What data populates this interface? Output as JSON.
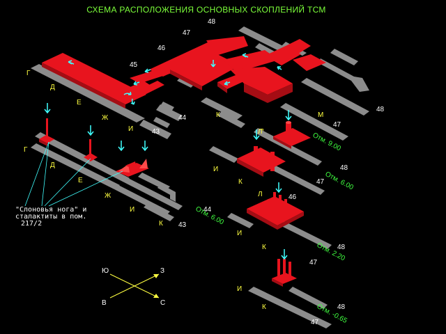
{
  "title": "СХЕМА РАСПОЛОЖЕНИЯ ОСНОВНЫХ СКОПЛЕНИЙ ТСМ",
  "upper_axes": [
    "Г",
    "Д",
    "Е",
    "Ж",
    "И",
    "К",
    "Л",
    "М"
  ],
  "upper_numbers": [
    "48",
    "47",
    "46",
    "45",
    "44",
    "43",
    "47",
    "48"
  ],
  "lower_left_axes": [
    "Г",
    "Д",
    "Е",
    "Ж",
    "И",
    "К"
  ],
  "lower_left_numbers": [
    "44",
    "43"
  ],
  "level_labels": [
    "Отм. 9.00",
    "Отм. 6.00",
    "Отм. 6.00",
    "Отм. 2.20",
    "Отм. -0.65"
  ],
  "right_axes": [
    "Л",
    "И",
    "К",
    "Л",
    "И",
    "К",
    "И",
    "К"
  ],
  "right_numbers": [
    "48",
    "47",
    "46",
    "48",
    "47",
    "48",
    "47"
  ],
  "note_lines": [
    "\"Слоновья нога\" и",
    "сталактиты в пом.",
    "217/2"
  ],
  "compass": {
    "n": "Ю",
    "e": "З",
    "s": "С",
    "w": "В"
  },
  "colors": {
    "accent": "#e8141e",
    "wall": "#8c8c8c",
    "label": "#ffff40",
    "level": "#40ff40",
    "arrow": "#40ffff"
  }
}
